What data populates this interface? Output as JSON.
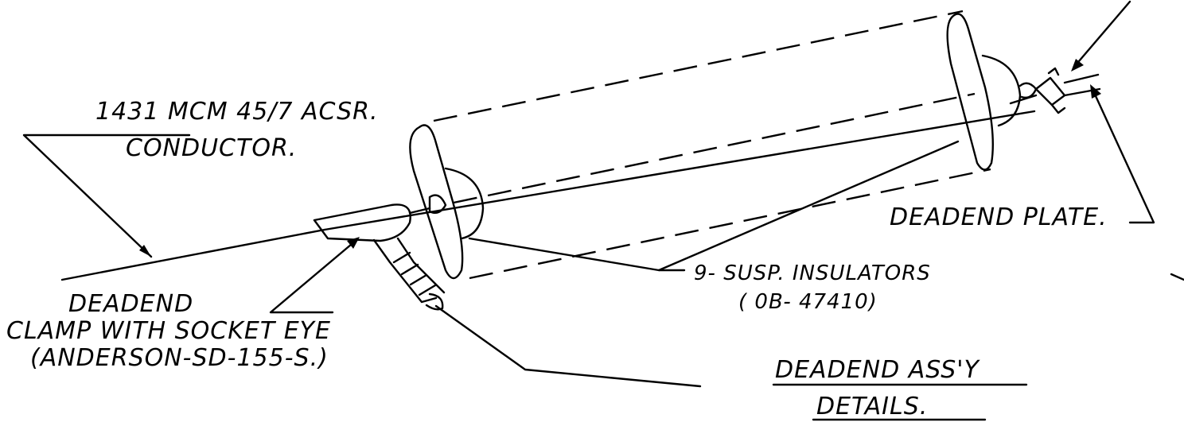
{
  "labels": {
    "conductor_line1": "1431 MCM 45/7 ACSR.",
    "conductor_line2": "CONDUCTOR.",
    "deadend_plate": "DEADEND PLATE.",
    "insulators_line1": "9- SUSP. INSULATORS",
    "insulators_line2": "( 0B- 47410)",
    "clamp_line1": "DEADEND",
    "clamp_line2": "CLAMP WITH SOCKET EYE",
    "clamp_line3": "(ANDERSON-SD-155-S.)",
    "title_line1": "DEADEND ASS'Y",
    "title_line2": "DETAILS."
  }
}
